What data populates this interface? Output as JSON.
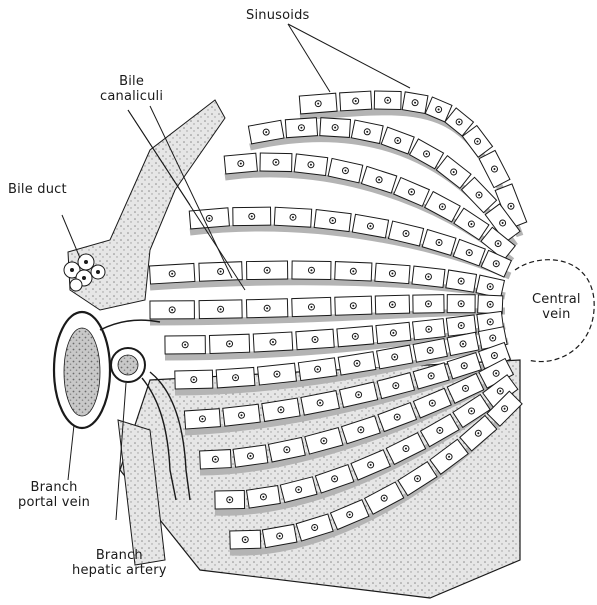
{
  "labels": {
    "sinusoids": "Sinusoids",
    "bile_canaliculi": [
      "Bile",
      "canaliculi"
    ],
    "bile_duct": "Bile duct",
    "central_vein": [
      "Central",
      "vein"
    ],
    "branch_portal_vein": [
      "Branch",
      "portal vein"
    ],
    "branch_hepatic_artery": [
      "Branch",
      "hepatic artery"
    ]
  },
  "colors": {
    "ink": "#1a1a1a",
    "cell_fill": "#ffffff",
    "sinusoid_fill": "#bdbdbd",
    "background": "#ffffff"
  }
}
